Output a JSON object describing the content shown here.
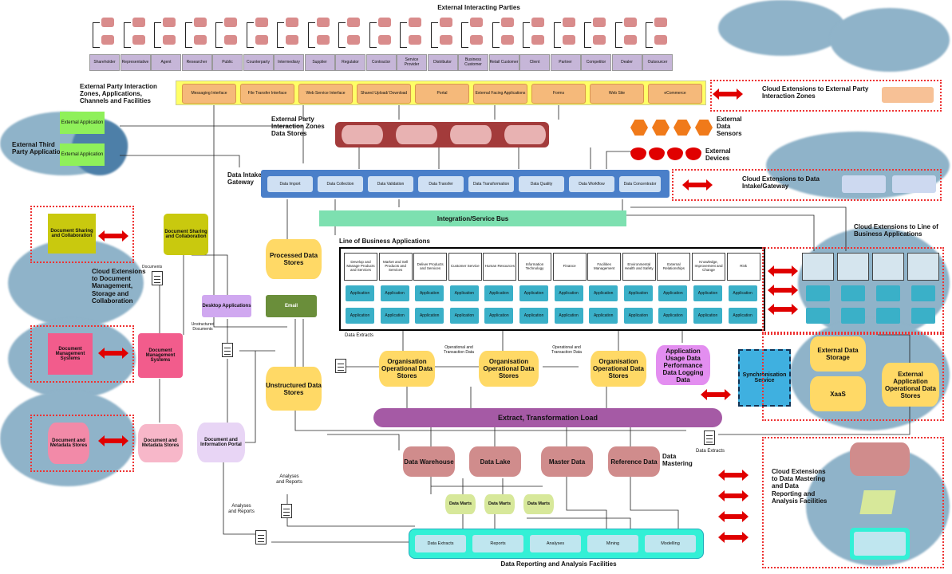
{
  "titles": {
    "external_parties": "External Interacting Parties",
    "interaction_zones": "External Party Interaction Zones, Applications, Channels and Facilities",
    "interaction_stores": "External Party Interaction Zones Data Stores",
    "data_sensors": "External Data Sensors",
    "devices": "External Devices",
    "third_party": "External Third Party Applications",
    "intake": "Data Intake/ Gateway",
    "service_bus": "Integration/Service Bus",
    "lob": "Line of Business Applications",
    "etl": "Extract, Transformation Load",
    "reporting": "Data Reporting and Analysis Facilities",
    "data_mastering": "Data Mastering"
  },
  "cloud_labels": {
    "interaction": "Cloud Extensions to External Party Interaction Zones",
    "intake": "Cloud Extensions to Data Intake/Gateway",
    "lob": "Cloud Extensions to Line of Business Applications",
    "docs": "Cloud Extensions to Document Management, Storage and Collaboration",
    "mastering": "Cloud Extensions to Data Mastering and Data Reporting and Analysis Facilities"
  },
  "parties": [
    "Shareholder",
    "Representative",
    "Agent",
    "Researcher",
    "Public",
    "Counterparty",
    "Intermediary",
    "Supplier",
    "Regulator",
    "Contractor",
    "Service Provider",
    "Distributor",
    "Business Customer",
    "Retail Customer",
    "Client",
    "Partner",
    "Competitor",
    "Dealer",
    "Outsourcer"
  ],
  "channels": [
    "Messaging Interface",
    "File Transfer Interface",
    "Web Service Interface",
    "Shared Upload/ Download",
    "Portal",
    "External Facing Applications",
    "Forms",
    "Web Site",
    "eCommerce"
  ],
  "intake_items": [
    "Data Import",
    "Data Collection",
    "Data Validation",
    "Data Transfer",
    "Data Transformation",
    "Data Quality",
    "Data Workflow",
    "Data Concentrator"
  ],
  "third_party_apps": [
    "External Application",
    "External Application"
  ],
  "lob_items": [
    "Develop and Manage Products and Services",
    "Market and Sell Products and Services",
    "Deliver Products and Services",
    "Customer Service",
    "Human Resources",
    "Information Technology",
    "Finance",
    "Facilities Management",
    "Environmental Health and Safety",
    "External Relationships",
    "Knowledge, Improvement and Change",
    "Risk"
  ],
  "application_label": "Application",
  "documents": {
    "doc_sharing_1": "Document Sharing and Collaboration",
    "doc_sharing_2": "Document Sharing and Collaboration",
    "documents_label": "Documents",
    "dms_cloud": "Document Management Systems",
    "dms": "Document Management Systems",
    "doc_meta_cloud": "Document and Metadata Stores",
    "doc_meta": "Document and Metadata Stores",
    "desktop_apps": "Desktop Applications",
    "unstructured_docs": "Unstructured Documents",
    "portal": "Document and Information Portal",
    "email": "Email"
  },
  "stores": {
    "processed": "Processed Data Stores",
    "unstructured": "Unstructured Data Stores",
    "ods1": "Organisation Operational Data Stores",
    "ods2": "Organisation Operational Data Stores",
    "ods3": "Organisation Operational Data Stores",
    "app_usage": "Application Usage Data Performance Data Logging Data",
    "sync": "Synchronisation Service",
    "ext_storage": "External Data Storage",
    "xaas": "XaaS",
    "ext_app_ods": "External Application Operational Data Stores",
    "warehouse": "Data Warehouse",
    "lake": "Data Lake",
    "master": "Master Data",
    "reference": "Reference Data",
    "marts": [
      "Data Marts",
      "Data Marts",
      "Data Marts"
    ]
  },
  "labels": {
    "data_extracts_1": "Data Extracts",
    "data_extracts_2": "Data Extracts",
    "op_trans_1": "Operational and Transaction Data",
    "op_trans_2": "Operational and Transaction Data",
    "analyses_1": "Analyses and Reports",
    "analyses_2": "Analyses and Reports"
  },
  "reporting_items": [
    "Data Extracts",
    "Reports",
    "Analyses",
    "Mining",
    "Modelling"
  ],
  "colors": {
    "party_box": "#c6b6d8",
    "party_icon": "#d98c8c",
    "channel_bar": "#ffff66",
    "channel_box": "#f5b97a",
    "store_bar": "#a33b3b",
    "intake_bar": "#4a7fc9",
    "bus": "#7de0b0",
    "etl": "#a55aa5",
    "ods": "#ffd966",
    "green": "#8ff05a",
    "pink": "#f25c8c",
    "red": "#e00000",
    "teal": "#3ab0c8"
  }
}
